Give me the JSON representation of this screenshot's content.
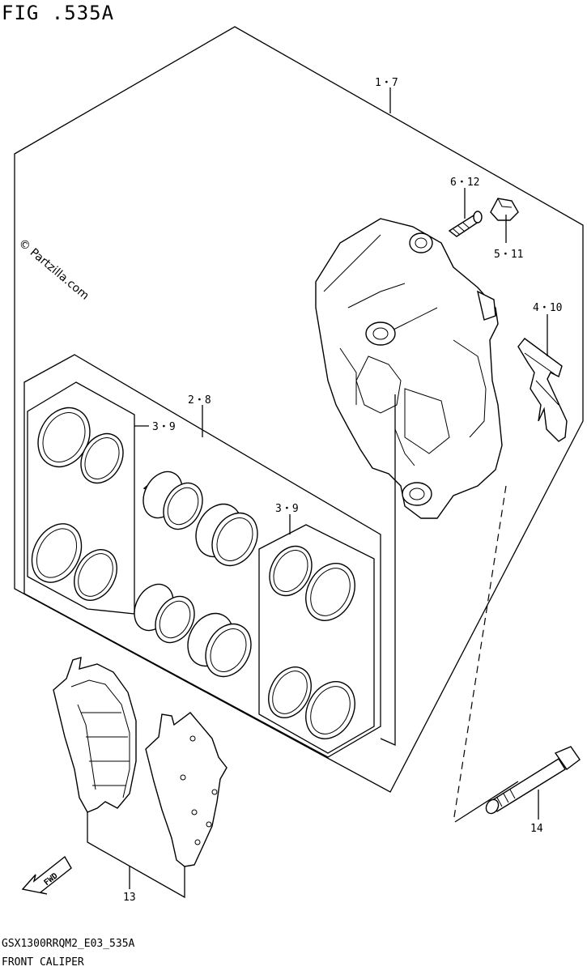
{
  "figure": {
    "title": "FIG .535A",
    "code": "GSX1300RRQM2_E03_535A",
    "name": "FRONT CALIPER",
    "copyright": "© Partzilla.com",
    "fwd_label": "FWD"
  },
  "callouts": [
    {
      "id": "c-1-7",
      "label": "1・7"
    },
    {
      "id": "c-6-12",
      "label": "6・12"
    },
    {
      "id": "c-5-11",
      "label": "5・11"
    },
    {
      "id": "c-4-10",
      "label": "4・10"
    },
    {
      "id": "c-2-8",
      "label": "2・8"
    },
    {
      "id": "c-3-9-a",
      "label": "3・9"
    },
    {
      "id": "c-3-9-b",
      "label": "3・9"
    },
    {
      "id": "c-14",
      "label": "14"
    },
    {
      "id": "c-13",
      "label": "13"
    }
  ]
}
